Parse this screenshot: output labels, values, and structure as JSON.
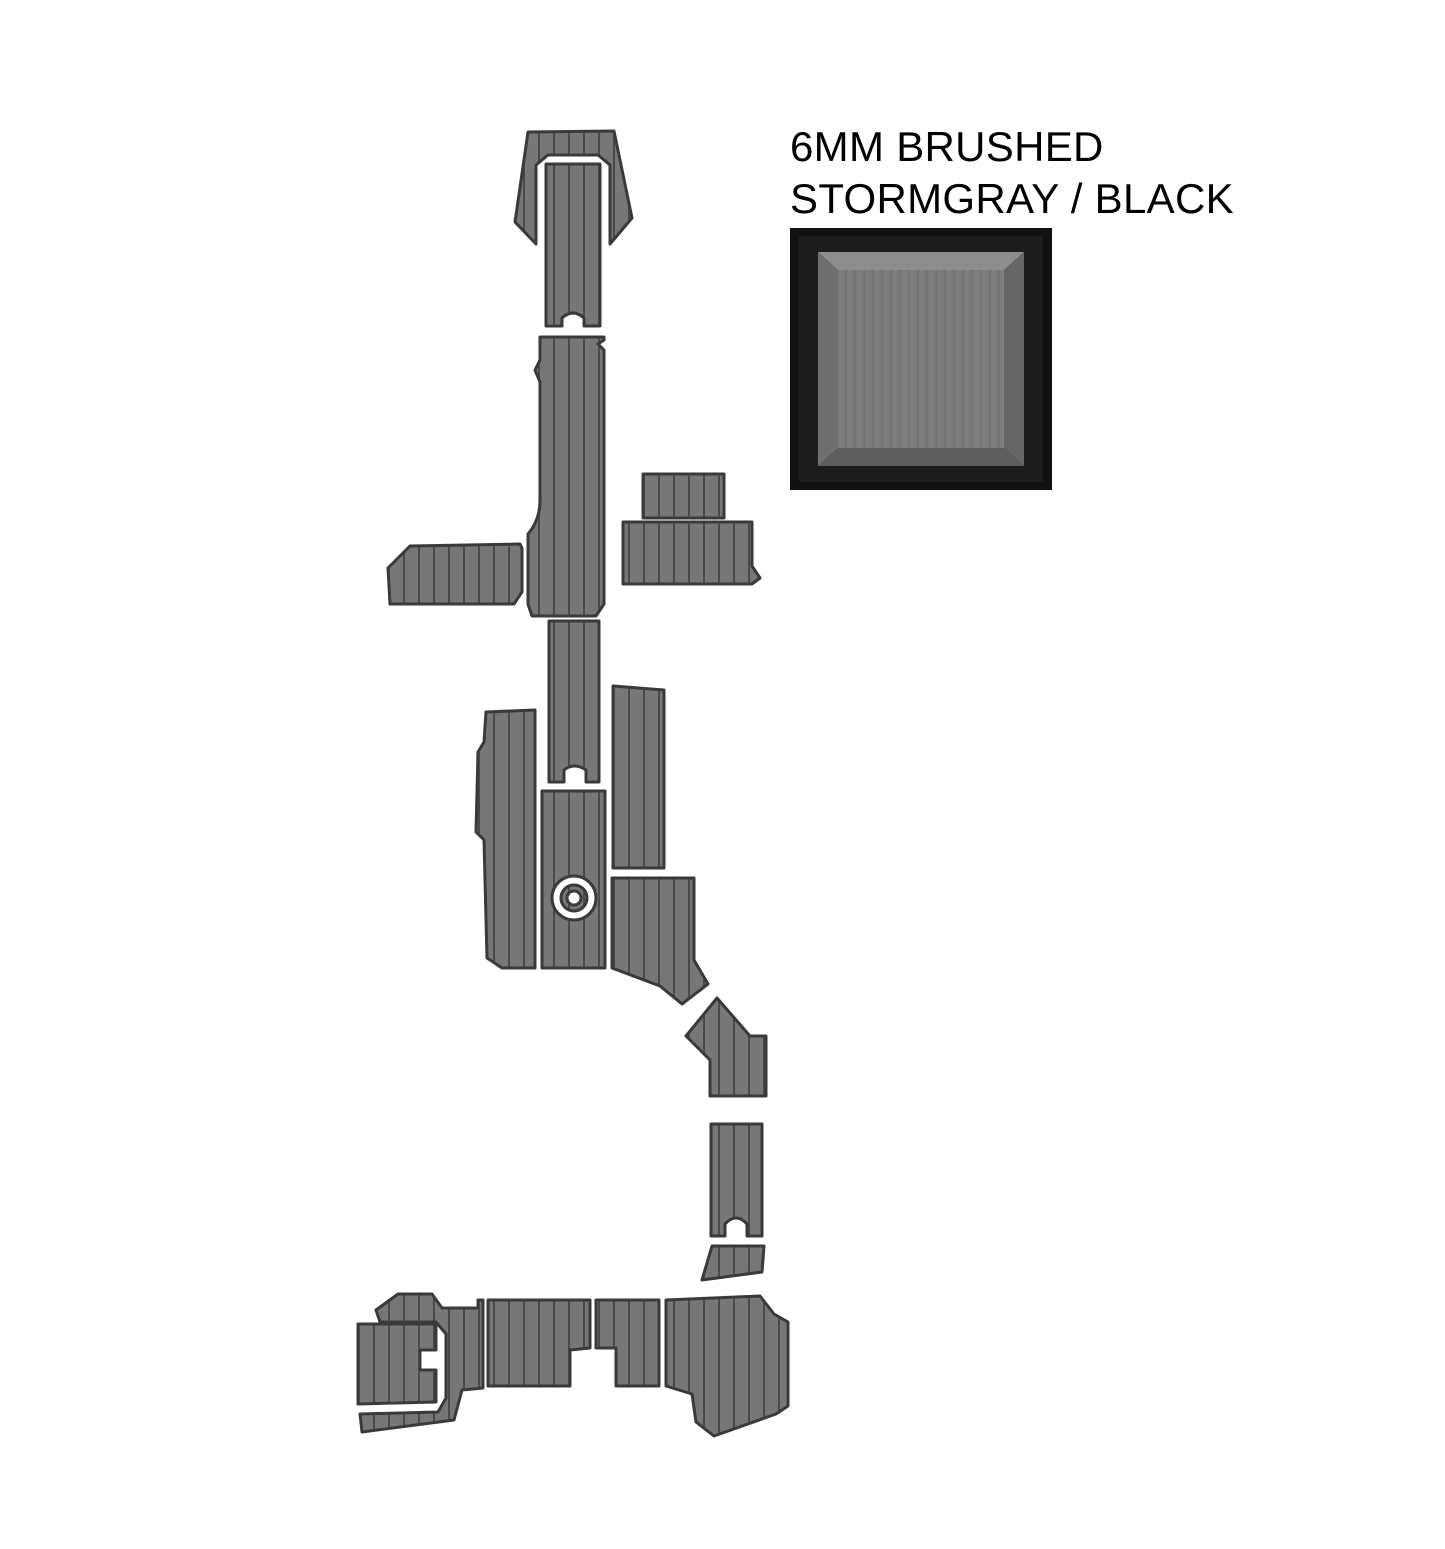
{
  "product_label": {
    "line1": "6MM BRUSHED",
    "line2": "STORMGRAY / BLACK"
  },
  "colors": {
    "top_layer": "#747474",
    "top_layer_light": "#868686",
    "border_layer": "#1a1a1a",
    "groove": "#3b3b3b",
    "background": "#ffffff"
  },
  "swatch": {
    "name": "color-swatch",
    "top": "stormgray",
    "bottom": "black"
  }
}
